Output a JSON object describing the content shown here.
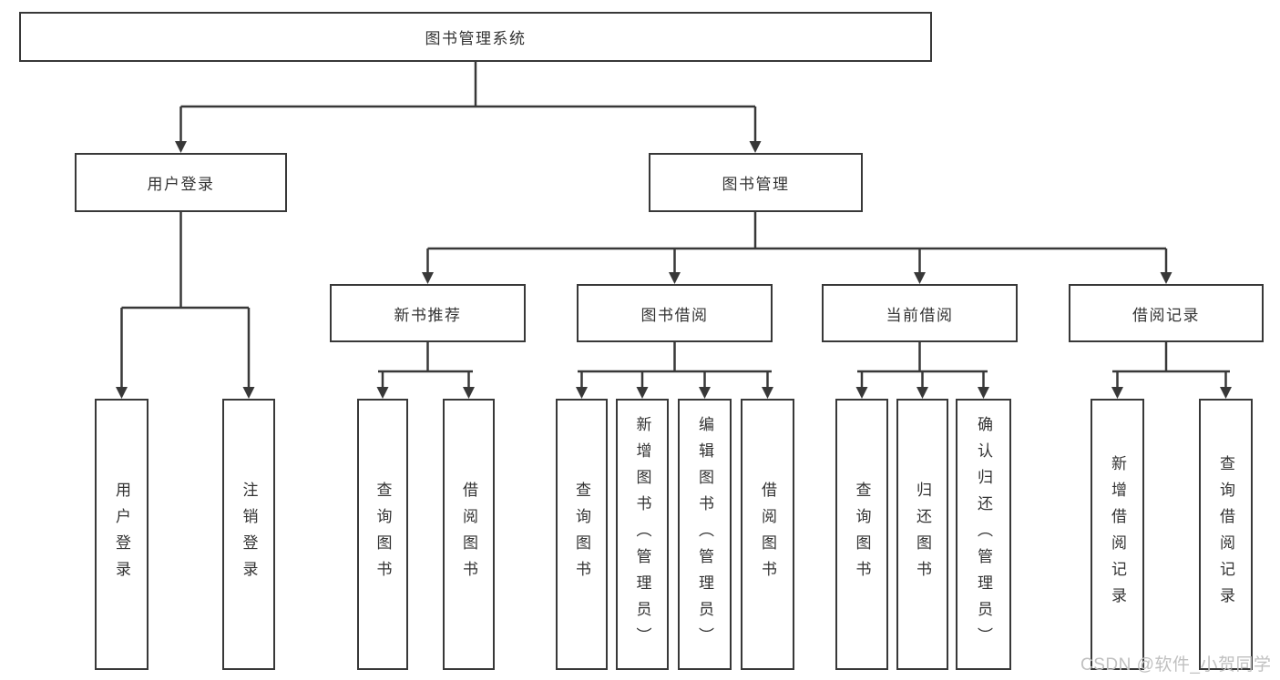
{
  "diagram": {
    "title_node": {
      "label": "图书管理系统"
    },
    "level2": [
      {
        "label": "用户登录",
        "parent": "图书管理系统"
      },
      {
        "label": "图书管理",
        "parent": "图书管理系统"
      }
    ],
    "level3": [
      {
        "label": "新书推荐",
        "parent": "图书管理"
      },
      {
        "label": "图书借阅",
        "parent": "图书管理"
      },
      {
        "label": "当前借阅",
        "parent": "图书管理"
      },
      {
        "label": "借阅记录",
        "parent": "图书管理"
      }
    ],
    "leaves": [
      {
        "label": "用户登录",
        "parent": "用户登录"
      },
      {
        "label": "注销登录",
        "parent": "用户登录"
      },
      {
        "label": "查询图书",
        "parent": "新书推荐"
      },
      {
        "label": "借阅图书",
        "parent": "新书推荐"
      },
      {
        "label": "查询图书",
        "parent": "图书借阅"
      },
      {
        "label": "新增图书（管理员）",
        "parent": "图书借阅"
      },
      {
        "label": "编辑图书（管理员）",
        "parent": "图书借阅"
      },
      {
        "label": "借阅图书",
        "parent": "图书借阅"
      },
      {
        "label": "查询图书",
        "parent": "当前借阅"
      },
      {
        "label": "归还图书",
        "parent": "当前借阅"
      },
      {
        "label": "确认归还（管理员）",
        "parent": "当前借阅"
      },
      {
        "label": "新增借阅记录",
        "parent": "借阅记录"
      },
      {
        "label": "查询借阅记录",
        "parent": "借阅记录"
      }
    ],
    "watermark": "CSDN @软件_小贺同学",
    "colors": {
      "line": "#383838",
      "text": "#333333",
      "watermark": "#c0c0c0",
      "background": "#ffffff"
    }
  }
}
